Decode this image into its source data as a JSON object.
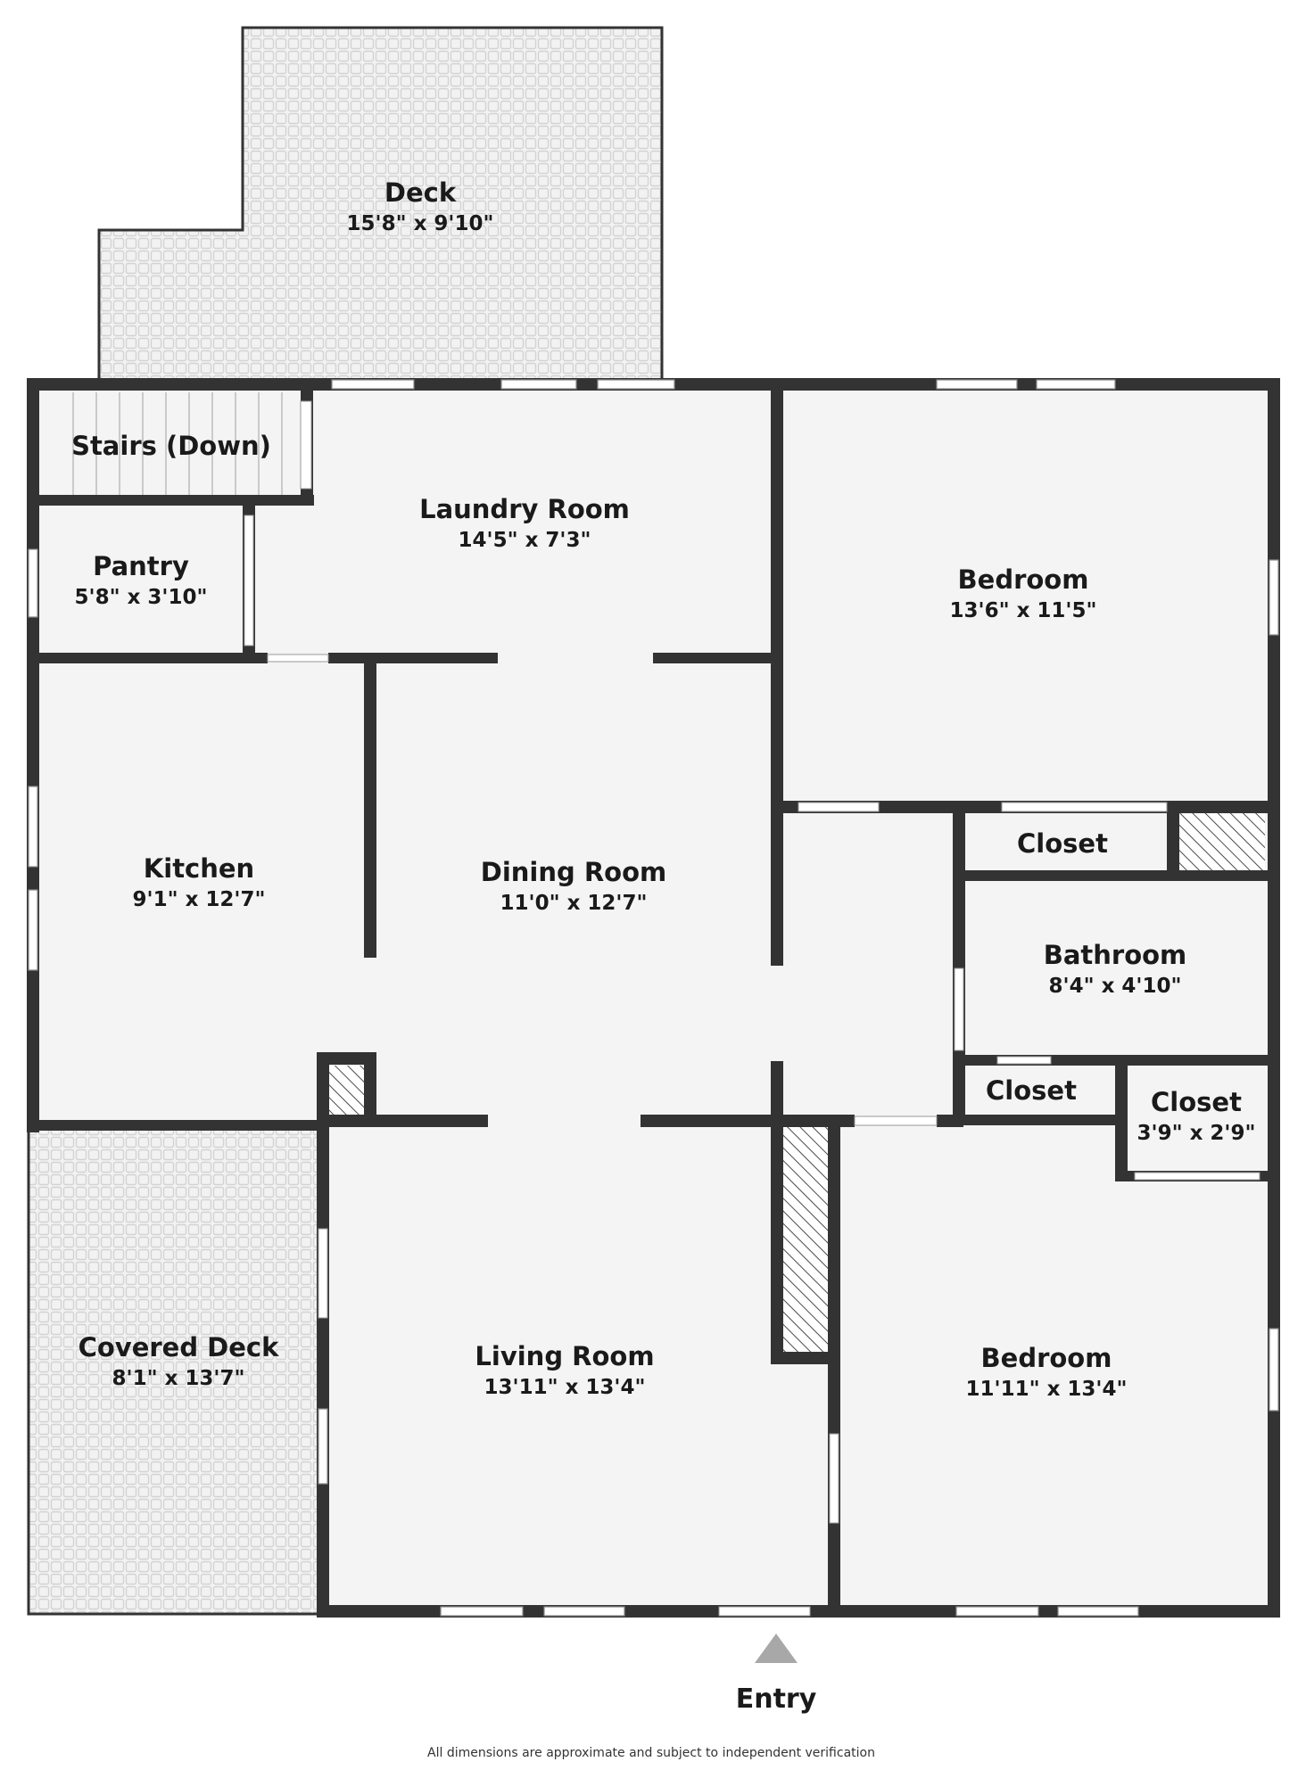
{
  "colors": {
    "wall": "#333333",
    "floor": "#f4f4f4",
    "deck_tile": "#d8d8d8",
    "hatch": "#555555",
    "entry_arrow": "#a8a8a8"
  },
  "rooms": {
    "deck": {
      "name": "Deck",
      "dims": "15'8\" x 9'10\""
    },
    "stairs": {
      "name": "Stairs (Down)"
    },
    "laundry": {
      "name": "Laundry Room",
      "dims": "14'5\" x 7'3\""
    },
    "bedroom_top": {
      "name": "Bedroom",
      "dims": "13'6\" x 11'5\""
    },
    "pantry": {
      "name": "Pantry",
      "dims": "5'8\" x 3'10\""
    },
    "kitchen": {
      "name": "Kitchen",
      "dims": "9'1\" x 12'7\""
    },
    "dining": {
      "name": "Dining Room",
      "dims": "11'0\" x 12'7\""
    },
    "closet_a": {
      "name": "Closet"
    },
    "bathroom": {
      "name": "Bathroom",
      "dims": "8'4\" x 4'10\""
    },
    "closet_b": {
      "name": "Closet"
    },
    "closet_c": {
      "name": "Closet",
      "dims": "3'9\" x 2'9\""
    },
    "covered_deck": {
      "name": "Covered Deck",
      "dims": "8'1\" x 13'7\""
    },
    "living": {
      "name": "Living Room",
      "dims": "13'11\" x 13'4\""
    },
    "bedroom_bottom": {
      "name": "Bedroom",
      "dims": "11'11\" x 13'4\""
    }
  },
  "entry_label": "Entry",
  "disclaimer": "All dimensions are approximate and subject to independent verification"
}
